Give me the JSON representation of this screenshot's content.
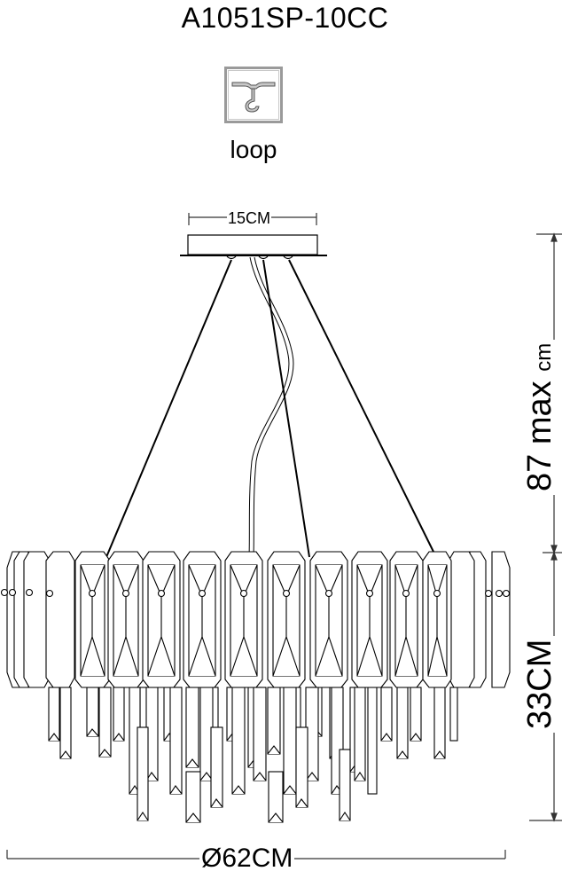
{
  "header": {
    "model_code": "A1051SP-10CC"
  },
  "mounting": {
    "icon": "ceiling-hook-icon",
    "label": "loop",
    "icon_border_color": "#9a9a9a",
    "icon_fill_color": "#c8c8c8"
  },
  "dimensions": {
    "canopy_width": "15CM",
    "max_height_number": "87",
    "max_height_word": "max",
    "max_height_unit": "cm",
    "body_height": "33CM",
    "diameter": "Ø62CM"
  },
  "drawing": {
    "subject": "crystal pendant chandelier",
    "line_color": "#000000",
    "suspension_cables": 3,
    "power_cord": 1,
    "crystal_ring_panels_visible": 15,
    "hanging_prism_rows": 3
  }
}
